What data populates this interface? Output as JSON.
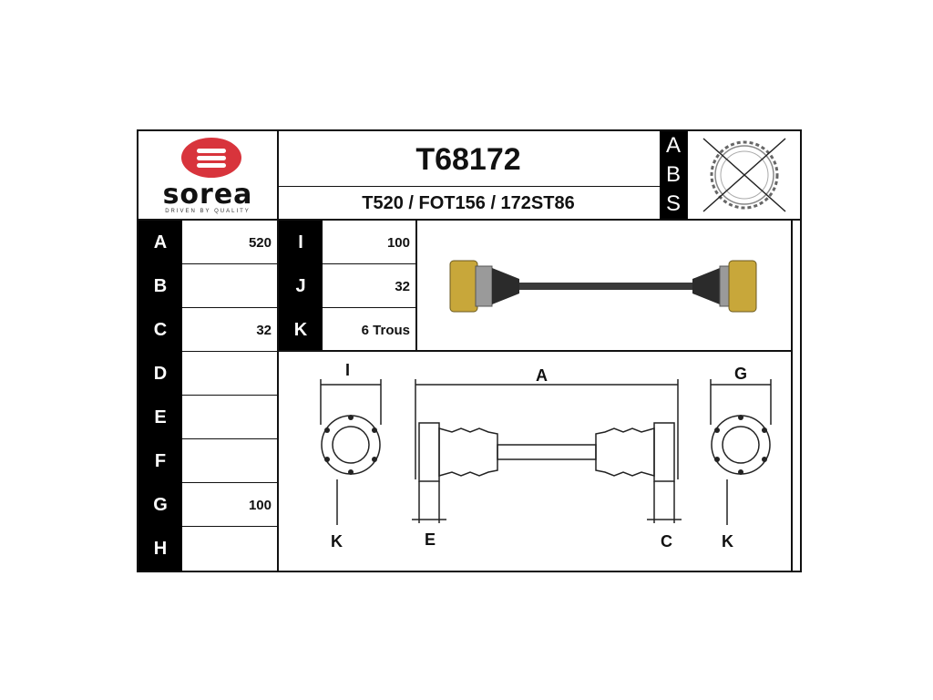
{
  "header": {
    "brand": "sorea",
    "tagline": "DRIVEN BY QUALITY",
    "part_number": "T68172",
    "references": "T520 / FOT156 / 172ST86",
    "abs_letters": [
      "A",
      "B",
      "S"
    ]
  },
  "left_table": [
    {
      "letter": "A",
      "value": "520"
    },
    {
      "letter": "B",
      "value": ""
    },
    {
      "letter": "C",
      "value": "32"
    },
    {
      "letter": "D",
      "value": ""
    },
    {
      "letter": "E",
      "value": ""
    },
    {
      "letter": "F",
      "value": ""
    },
    {
      "letter": "G",
      "value": "100"
    },
    {
      "letter": "H",
      "value": ""
    }
  ],
  "mid_table": [
    {
      "letter": "I",
      "value": "100"
    },
    {
      "letter": "J",
      "value": "32"
    },
    {
      "letter": "K",
      "value": "6 Trous"
    }
  ],
  "diagram_labels": {
    "i": "I",
    "a": "A",
    "g": "G",
    "k_left": "K",
    "e": "E",
    "c": "C",
    "k_right": "K"
  },
  "colors": {
    "logo_red": "#d8343c",
    "boot_gold": "#c8a73a"
  }
}
